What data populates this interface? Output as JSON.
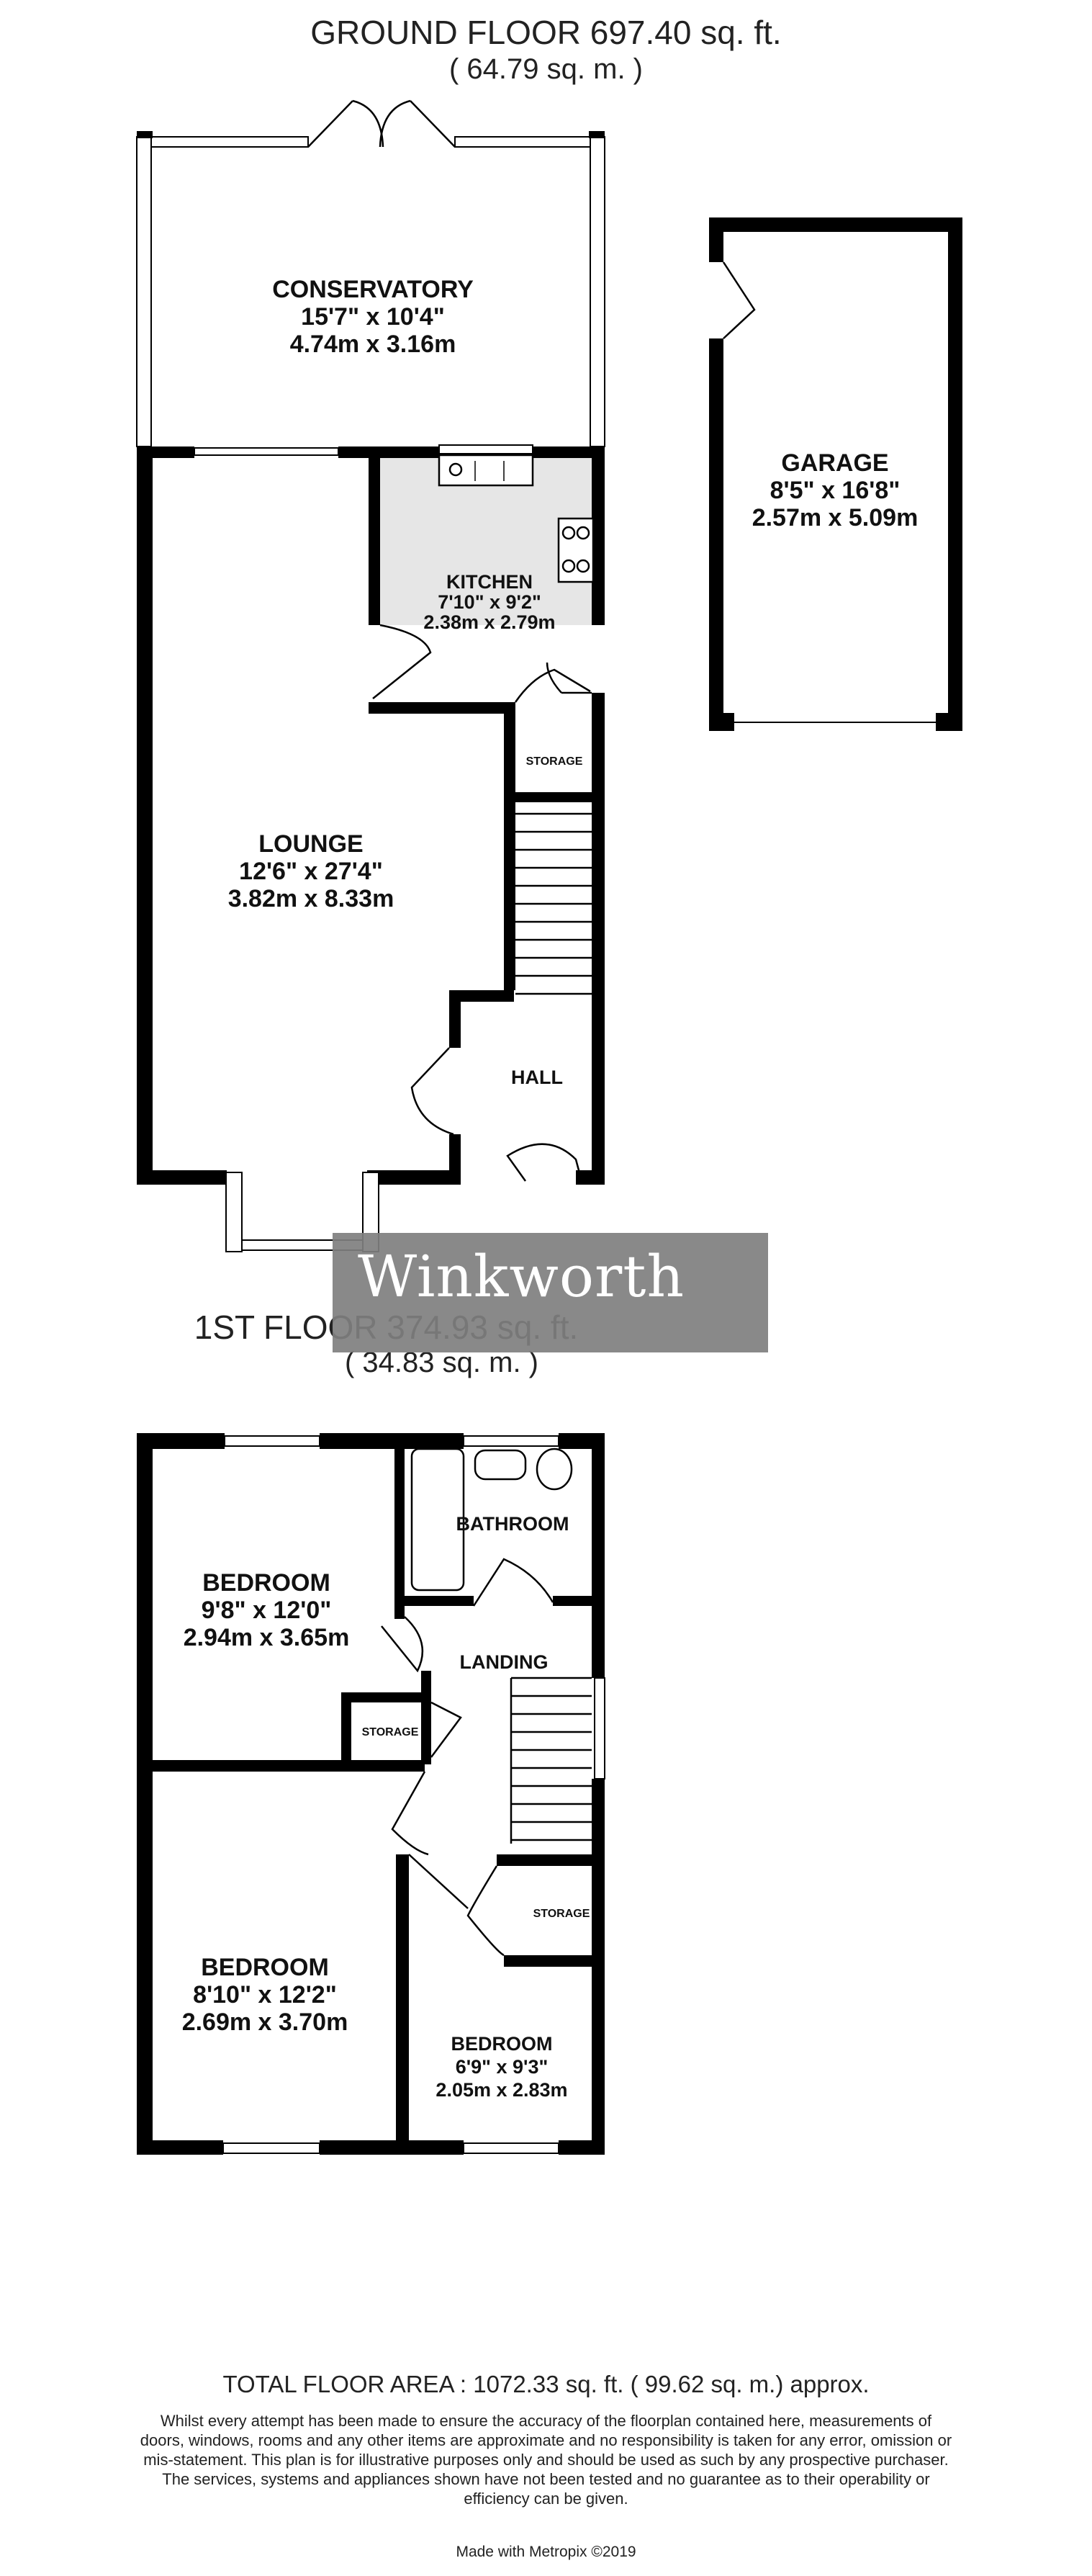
{
  "ground_floor": {
    "title": "GROUND FLOOR 697.40 sq. ft.",
    "subtitle": "( 64.79 sq. m. )",
    "rooms": {
      "conservatory": {
        "name": "CONSERVATORY",
        "imperial": "15'7\" x 10'4\"",
        "metric": "4.74m x 3.16m"
      },
      "kitchen": {
        "name": "KITCHEN",
        "imperial": "7'10\" x 9'2\"",
        "metric": "2.38m x 2.79m"
      },
      "lounge": {
        "name": "LOUNGE",
        "imperial": "12'6\" x 27'4\"",
        "metric": "3.82m x 8.33m"
      },
      "storage": {
        "name": "STORAGE"
      },
      "hall": {
        "name": "HALL"
      },
      "garage": {
        "name": "GARAGE",
        "imperial": "8'5\" x 16'8\"",
        "metric": "2.57m x 5.09m"
      }
    }
  },
  "first_floor": {
    "title": "1ST FLOOR 374.93 sq. ft.",
    "subtitle": "( 34.83 sq. m. )",
    "rooms": {
      "bathroom": {
        "name": "BATHROOM"
      },
      "landing": {
        "name": "LANDING"
      },
      "bedroom1": {
        "name": "BEDROOM",
        "imperial": "9'8\" x 12'0\"",
        "metric": "2.94m x 3.65m"
      },
      "bedroom2": {
        "name": "BEDROOM",
        "imperial": "8'10\" x 12'2\"",
        "metric": "2.69m x 3.70m"
      },
      "bedroom3": {
        "name": "BEDROOM",
        "imperial": "6'9\" x 9'3\"",
        "metric": "2.05m x 2.83m"
      },
      "storage_small": {
        "name": "STORAGE"
      },
      "storage_landing": {
        "name": "STORAGE"
      }
    }
  },
  "watermark": "Winkworth",
  "total_area": "TOTAL FLOOR AREA : 1072.33 sq. ft. ( 99.62 sq. m.) approx.",
  "disclaimer": "Whilst every attempt has been made to ensure the accuracy of the floorplan contained here, measurements of doors, windows, rooms and any other items are approximate and no responsibility is taken for any error, omission or mis-statement. This plan is for illustrative purposes only and should be used as such by any prospective purchaser. The services, systems and appliances shown have not been tested and no guarantee as to their operability or efficiency can be given.",
  "credit": "Made with Metropix ©2019",
  "colors": {
    "wall": "#000000",
    "kitchen_floor": "#e6e6e6",
    "watermark_bg": "#7f7f7f"
  }
}
